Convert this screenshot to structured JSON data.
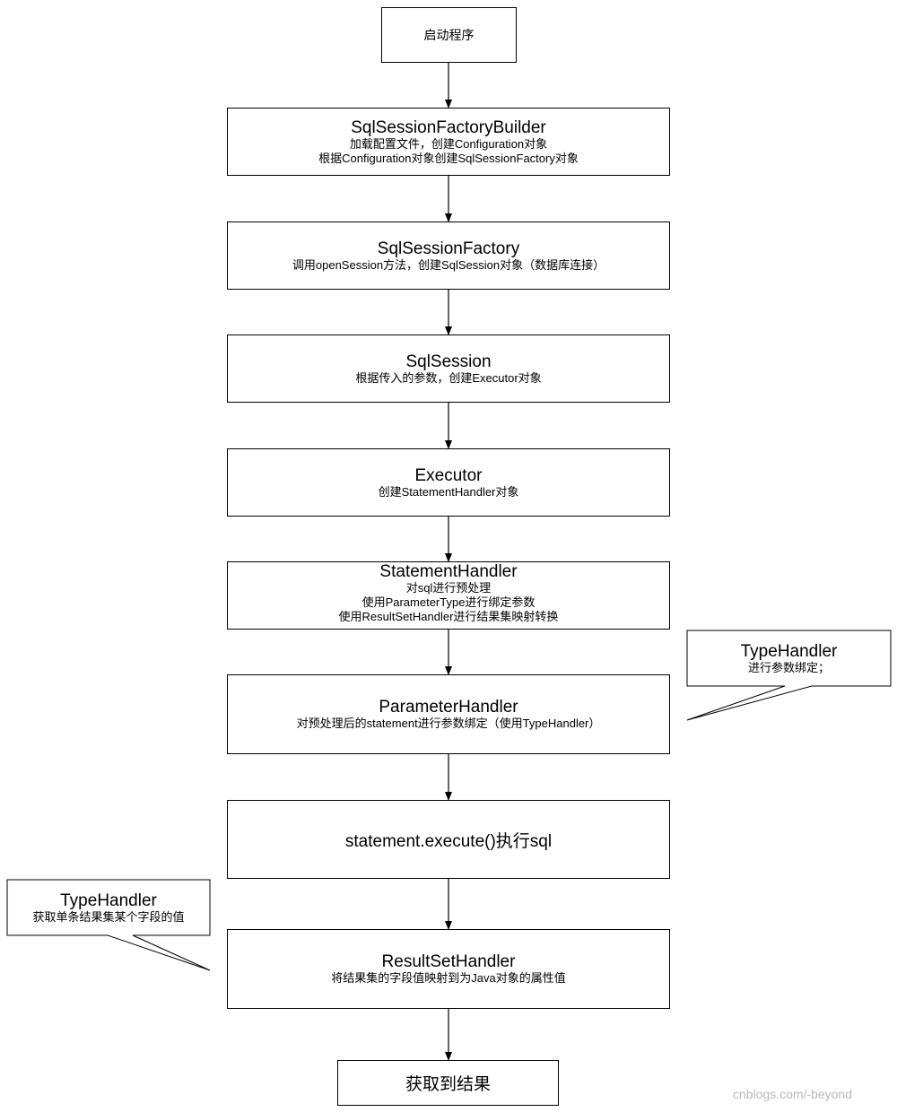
{
  "nodes": {
    "start": {
      "title": "启动程序"
    },
    "factory_builder": {
      "title": "SqlSessionFactoryBuilder",
      "lines": [
        "加载配置文件，创建Configuration对象",
        "根据Configuration对象创建SqlSessionFactory对象"
      ]
    },
    "session_factory": {
      "title": "SqlSessionFactory",
      "lines": [
        "调用openSession方法，创建SqlSession对象（数据库连接）"
      ]
    },
    "sql_session": {
      "title": "SqlSession",
      "lines": [
        "根据传入的参数，创建Executor对象"
      ]
    },
    "executor": {
      "title": "Executor",
      "lines": [
        "创建StatementHandler对象"
      ]
    },
    "statement_handler": {
      "title": "StatementHandler",
      "lines": [
        "对sql进行预处理",
        "使用ParameterType进行绑定参数",
        "使用ResultSetHandler进行结果集映射转换"
      ]
    },
    "parameter_handler": {
      "title": "ParameterHandler",
      "lines": [
        "对预处理后的statement进行参数绑定（使用TypeHandler）"
      ]
    },
    "execute": {
      "title": "statement.execute()执行sql"
    },
    "resultset_handler": {
      "title": "ResultSetHandler",
      "lines": [
        "将结果集的字段值映射到为Java对象的属性值"
      ]
    },
    "result": {
      "title": "获取到结果"
    }
  },
  "callouts": {
    "type_handler_bind": {
      "title": "TypeHandler",
      "line": "进行参数绑定；"
    },
    "type_handler_fetch": {
      "title": "TypeHandler",
      "line": "获取单条结果集某个字段的值"
    }
  },
  "watermark": "cnblogs.com/-beyond"
}
